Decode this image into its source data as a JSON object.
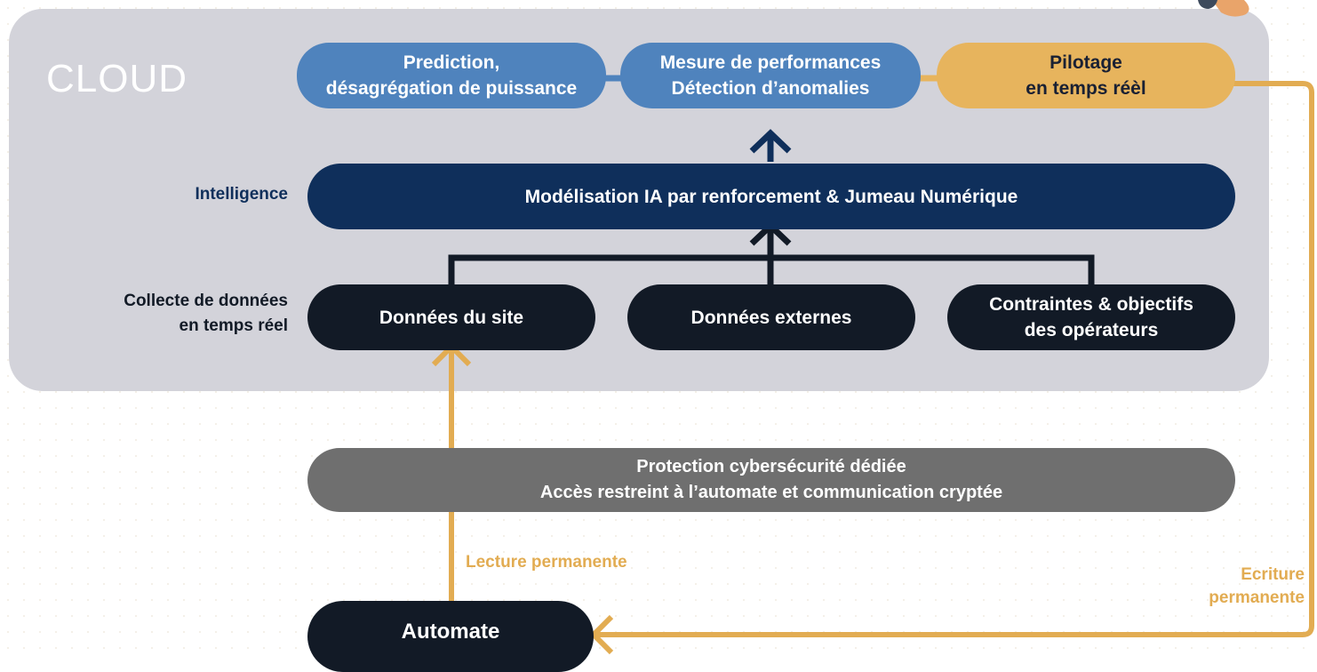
{
  "cloud": {
    "title": "CLOUD"
  },
  "outputs": [
    {
      "label": "Prediction,\ndésagrégation de puissance"
    },
    {
      "label": "Mesure de performances\nDétection d’anomalies"
    },
    {
      "label": "Pilotage\nen temps réèl"
    }
  ],
  "intelligence": {
    "row_label": "Intelligence",
    "box": "Modélisation  IA par renforcement & Jumeau Numérique"
  },
  "collecte": {
    "row_label": "Collecte de données\nen temps réel",
    "sources": [
      {
        "label": "Données du site"
      },
      {
        "label": "Données externes"
      },
      {
        "label": "Contraintes & objectifs\ndes opérateurs"
      }
    ]
  },
  "security": {
    "line1": "Protection cybersécurité dédiée",
    "line2": "Accès restreint à l’automate et communication cryptée"
  },
  "automate": {
    "label": "Automate"
  },
  "flows": {
    "read_label": "Lecture permanente",
    "write_label": "Ecriture\npermanente"
  },
  "colors": {
    "panel": "#d3d3da",
    "blue": "#4f83bd",
    "gold": "#e7b45d",
    "navy": "#0f2f5b",
    "dark": "#121a26",
    "grey": "#6f6f6f",
    "arrow_gold": "#e2ac52"
  },
  "icons": {
    "arrow_up": "chevron-up-arrow-icon",
    "arrow_left": "chevron-left-arrow-icon"
  }
}
